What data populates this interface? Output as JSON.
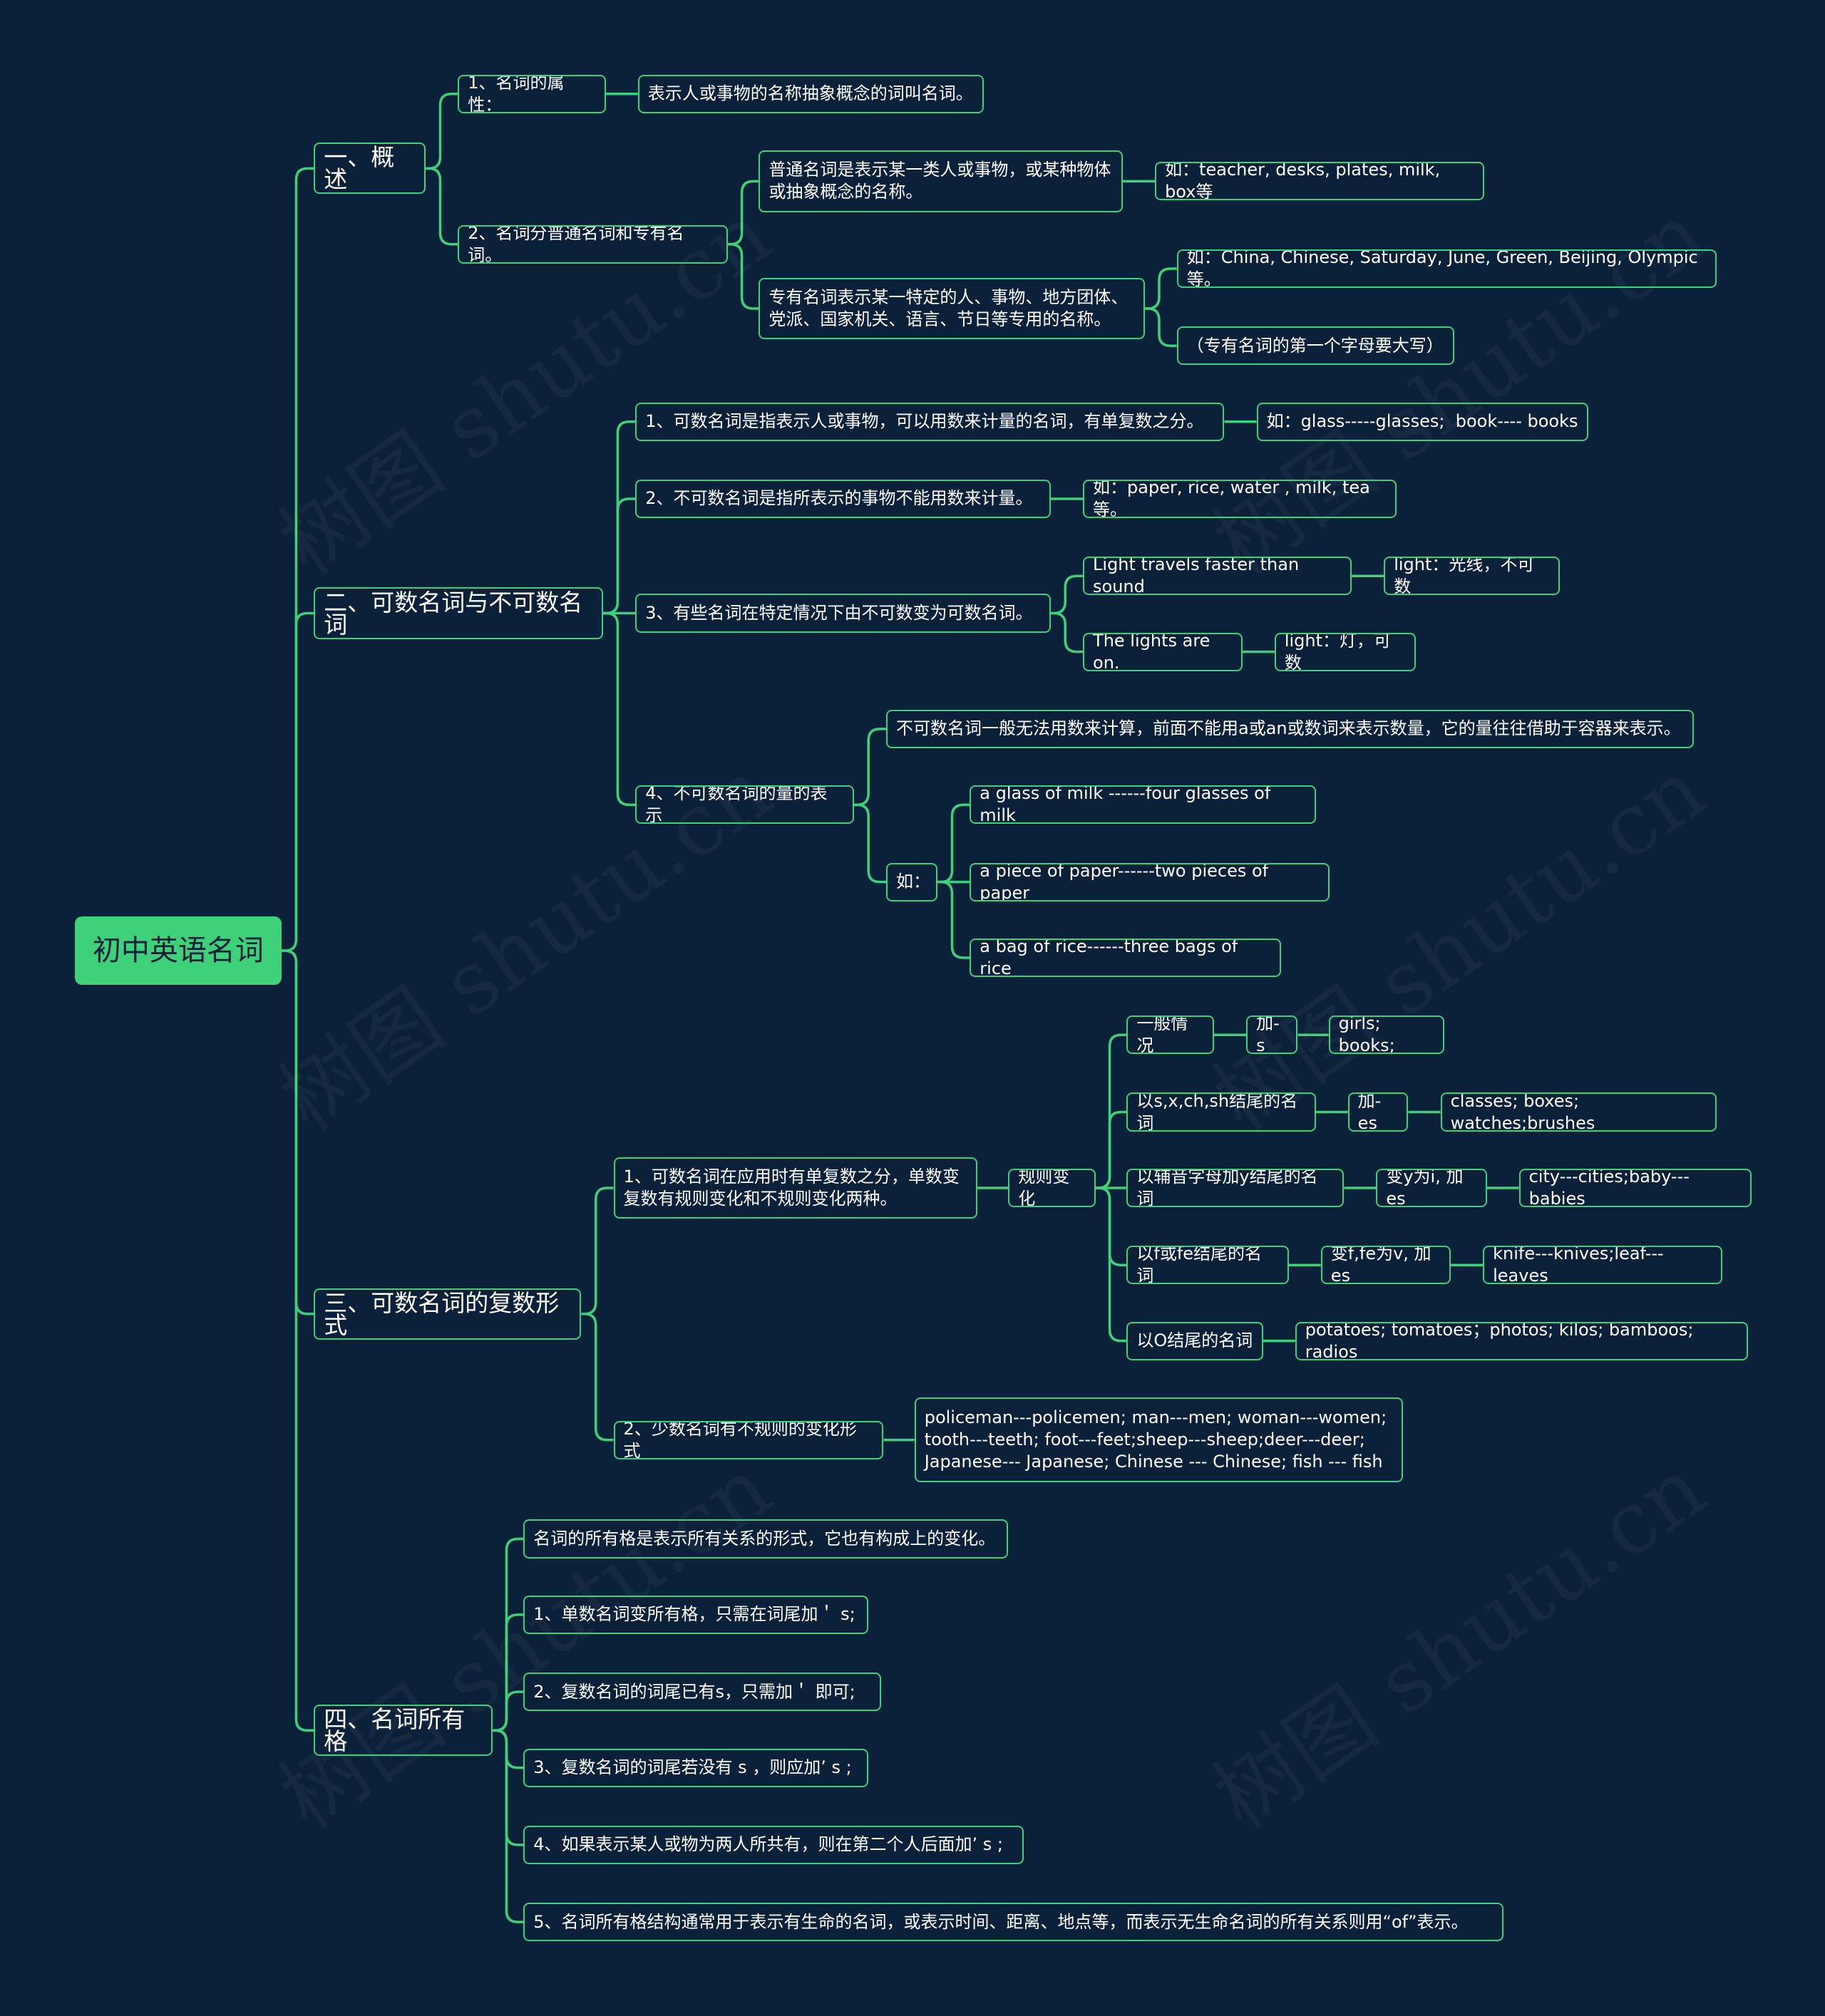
{
  "root": {
    "label": "初中英语名词"
  },
  "watermark": "树图 shutu.cn",
  "colors": {
    "background": "#0b2039",
    "accent": "#3fd07a",
    "text": "#ffffff"
  },
  "sections": [
    {
      "label": "一、概述",
      "children": [
        {
          "label": "1、名词的属性：",
          "children": [
            {
              "label": "表示人或事物的名称抽象概念的词叫名词。"
            }
          ]
        },
        {
          "label": "2、名词分普通名词和专有名词。",
          "children": [
            {
              "label": "普通名词是表示某一类人或事物，或某种物体\n或抽象概念的名称。",
              "children": [
                {
                  "label": "如：teacher, desks, plates, milk, box等"
                }
              ]
            },
            {
              "label": "专有名词表示某一特定的人、事物、地方团体、\n党派、国家机关、语言、节日等专用的名称。",
              "children": [
                {
                  "label": "如：China, Chinese, Saturday, June, Green, Beijing, Olympic等。"
                },
                {
                  "label": "（专有名词的第一个字母要大写）"
                }
              ]
            }
          ]
        }
      ]
    },
    {
      "label": "二、可数名词与不可数名词",
      "children": [
        {
          "label": "1、可数名词是指表示人或事物，可以用数来计量的名词，有单复数之分。",
          "children": [
            {
              "label": "如：glass-----glasses;  book---- books"
            }
          ]
        },
        {
          "label": "2、不可数名词是指所表示的事物不能用数来计量。",
          "children": [
            {
              "label": "如：paper, rice, water , milk, tea等。"
            }
          ]
        },
        {
          "label": "3、有些名词在特定情况下由不可数变为可数名词。",
          "children": [
            {
              "label": "Light travels faster than sound",
              "children": [
                {
                  "label": "light：光线，不可数"
                }
              ]
            },
            {
              "label": "The lights are on.",
              "children": [
                {
                  "label": "light：灯，可数"
                }
              ]
            }
          ]
        },
        {
          "label": "4、不可数名词的量的表示",
          "children": [
            {
              "label": "不可数名词一般无法用数来计算，前面不能用a或an或数词来表示数量，它的量往往借助于容器来表示。"
            },
            {
              "label": "如：",
              "children": [
                {
                  "label": "a glass of milk ------four glasses of milk"
                },
                {
                  "label": "a piece of paper------two pieces of paper"
                },
                {
                  "label": "a bag of rice------three bags of rice"
                }
              ]
            }
          ]
        }
      ]
    },
    {
      "label": "三、可数名词的复数形式",
      "children": [
        {
          "label": "1、可数名词在应用时有单复数之分，单数变\n复数有规则变化和不规则变化两种。",
          "children": [
            {
              "label": "规则变化",
              "children": [
                {
                  "label": "一般情况",
                  "children": [
                    {
                      "label": "加-s",
                      "children": [
                        {
                          "label": "girls; books;"
                        }
                      ]
                    }
                  ]
                },
                {
                  "label": "以s,x,ch,sh结尾的名词",
                  "children": [
                    {
                      "label": "加-es",
                      "children": [
                        {
                          "label": "classes; boxes; watches;brushes"
                        }
                      ]
                    }
                  ]
                },
                {
                  "label": "以辅音字母加y结尾的名词",
                  "children": [
                    {
                      "label": "变y为i, 加es",
                      "children": [
                        {
                          "label": "city---cities;baby---babies"
                        }
                      ]
                    }
                  ]
                },
                {
                  "label": "以f或fe结尾的名词",
                  "children": [
                    {
                      "label": "变f,fe为v, 加es",
                      "children": [
                        {
                          "label": "knife---knives;leaf---leaves"
                        }
                      ]
                    }
                  ]
                },
                {
                  "label": "以O结尾的名词",
                  "children": [
                    {
                      "label": "potatoes; tomatoes；photos; kilos; bamboos; radios"
                    }
                  ]
                }
              ]
            }
          ]
        },
        {
          "label": "2、少数名词有不规则的变化形式",
          "children": [
            {
              "label": "policeman---policemen; man---men; woman---women;\ntooth---teeth; foot---feet;sheep---sheep;deer---deer;\nJapanese--- Japanese; Chinese --- Chinese; fish --- fish"
            }
          ]
        }
      ]
    },
    {
      "label": "四、名词所有格",
      "children": [
        {
          "label": "名词的所有格是表示所有关系的形式，它也有构成上的变化。"
        },
        {
          "label": "1、单数名词变所有格，只需在词尾加＇ s;"
        },
        {
          "label": "2、复数名词的词尾已有s，只需加＇ 即可;"
        },
        {
          "label": "3、复数名词的词尾若没有 s ，则应加’ s ;"
        },
        {
          "label": "4、如果表示某人或物为两人所共有，则在第二个人后面加’ s ;"
        },
        {
          "label": "5、名词所有格结构通常用于表示有生命的名词，或表示时间、距离、地点等，而表示无生命名词的所有关系则用“of”表示。"
        }
      ]
    }
  ]
}
